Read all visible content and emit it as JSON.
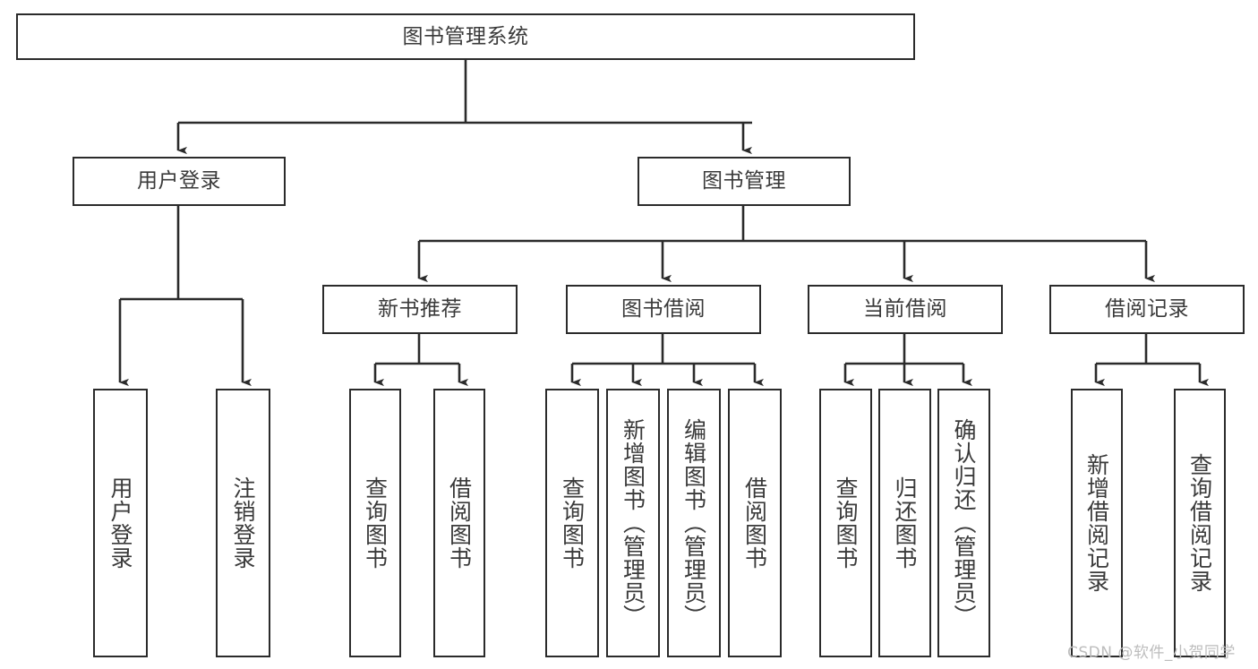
{
  "diagram": {
    "type": "tree-hierarchy-chart",
    "title": "图书管理系统",
    "orientation": "top-down",
    "box_stroke_color": "#2b2b2b",
    "box_fill_color": "#ffffff",
    "text_color": "#3a3a3a",
    "connector_color": "#2b2b2b",
    "levels": 4,
    "nodes": {
      "root": {
        "label": "图书管理系统",
        "level": 1
      },
      "user_login": {
        "label": "用户登录",
        "level": 2
      },
      "book_manage": {
        "label": "图书管理",
        "level": 2
      },
      "new_book_rec": {
        "label": "新书推荐",
        "level": 3
      },
      "book_borrow": {
        "label": "图书借阅",
        "level": 3
      },
      "current_borrow": {
        "label": "当前借阅",
        "level": 3
      },
      "borrow_record": {
        "label": "借阅记录",
        "level": 3
      },
      "leaf_user_login": {
        "label": "用户登录",
        "level": 4,
        "parent": "user_login"
      },
      "leaf_logout": {
        "label": "注销登录",
        "level": 4,
        "parent": "user_login"
      },
      "leaf_query_book_1": {
        "label": "查询图书",
        "level": 4,
        "parent": "new_book_rec"
      },
      "leaf_borrow_book_1": {
        "label": "借阅图书",
        "level": 4,
        "parent": "new_book_rec"
      },
      "leaf_query_book_2": {
        "label": "查询图书",
        "level": 4,
        "parent": "book_borrow"
      },
      "leaf_add_book": {
        "label": "新增图书（管理员）",
        "level": 4,
        "parent": "book_borrow"
      },
      "leaf_edit_book": {
        "label": "编辑图书（管理员）",
        "level": 4,
        "parent": "book_borrow"
      },
      "leaf_borrow_book_2": {
        "label": "借阅图书",
        "level": 4,
        "parent": "book_borrow"
      },
      "leaf_query_book_3": {
        "label": "查询图书",
        "level": 4,
        "parent": "current_borrow"
      },
      "leaf_return_book": {
        "label": "归还图书",
        "level": 4,
        "parent": "current_borrow"
      },
      "leaf_confirm_return": {
        "label": "确认归还（管理员）",
        "level": 4,
        "parent": "current_borrow"
      },
      "leaf_add_record": {
        "label": "新增借阅记录",
        "level": 4,
        "parent": "borrow_record"
      },
      "leaf_query_record": {
        "label": "查询借阅记录",
        "level": 4,
        "parent": "borrow_record"
      }
    }
  },
  "watermark": {
    "text": "CSDN @软件_小贺同学"
  }
}
